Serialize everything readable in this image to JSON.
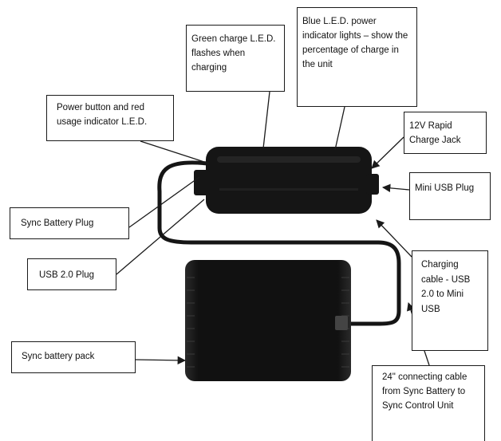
{
  "labels": {
    "green_led": "Green charge L.E.D. flashes when charging",
    "blue_led": "Blue L.E.D. power indicator lights – show the percentage of charge in the unit",
    "power_button": "Power button and red usage indicator L.E.D.",
    "charge_jack": "12V Rapid Charge Jack",
    "mini_usb": "Mini USB Plug",
    "sync_battery_plug": "Sync Battery Plug",
    "usb_plug": "USB 2.0 Plug",
    "charging_cable": "Charging cable - USB 2.0 to Mini USB",
    "battery_pack": "Sync battery pack",
    "connecting_cable": "24\" connecting cable from Sync Battery to Sync Control Unit"
  },
  "colors": {
    "device": "#151515",
    "line": "#1a1a1a",
    "background": "#ffffff"
  }
}
